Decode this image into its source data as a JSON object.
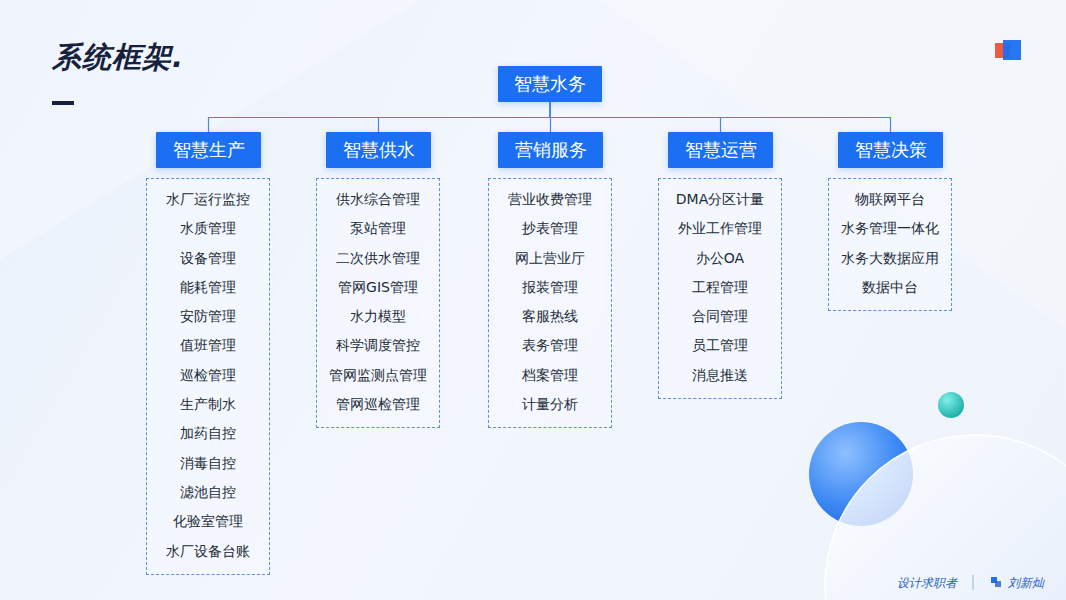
{
  "diagram": {
    "title": "系统框架.",
    "nodes": [
      {
        "text": [
          "智慧水务"
        ]
      },
      {
        "text": [
          "智慧生产"
        ]
      },
      {
        "text": [
          "水厂运行监控",
          "水质管理",
          "设备管理",
          "能耗管理",
          "安防管理",
          "值班管理",
          "巡检管理",
          "生产制水",
          "加药自控",
          "消毒自控",
          "滤池自控",
          "化验室管理",
          "水厂设备台账"
        ]
      },
      {
        "text": [
          "智慧供水"
        ]
      },
      {
        "text": [
          "供水综合管理",
          "泵站管理",
          "二次供水管理",
          "管网GIS管理",
          "水力模型",
          "科学调度管控",
          "管网监测点管理",
          "管网巡检管理"
        ]
      },
      {
        "text": [
          "营销服务"
        ]
      },
      {
        "text": [
          "营业收费管理",
          "抄表管理",
          "网上营业厅",
          "报装管理",
          "客服热线",
          "表务管理",
          "档案管理",
          "计量分析"
        ]
      },
      {
        "text": [
          "智慧运营"
        ]
      },
      {
        "text": [
          "DMA分区计量",
          "外业工作管理",
          "办公OA",
          "工程管理",
          "合同管理",
          "员工管理",
          "消息推送"
        ]
      },
      {
        "text": [
          "智慧决策"
        ]
      },
      {
        "text": [
          "物联网平台",
          "水务管理一体化",
          "水务大数据应用",
          "数据中台"
        ]
      }
    ],
    "edges": [
      {
        "from": 0,
        "to": 1,
        "arrow": "none"
      },
      {
        "from": 0,
        "to": 3,
        "arrow": "none"
      },
      {
        "from": 0,
        "to": 5,
        "arrow": "none"
      },
      {
        "from": 0,
        "to": 7,
        "arrow": "none"
      },
      {
        "from": 0,
        "to": 9,
        "arrow": "none"
      }
    ],
    "labels": [
      "设计求职者",
      "刘新灿"
    ]
  }
}
